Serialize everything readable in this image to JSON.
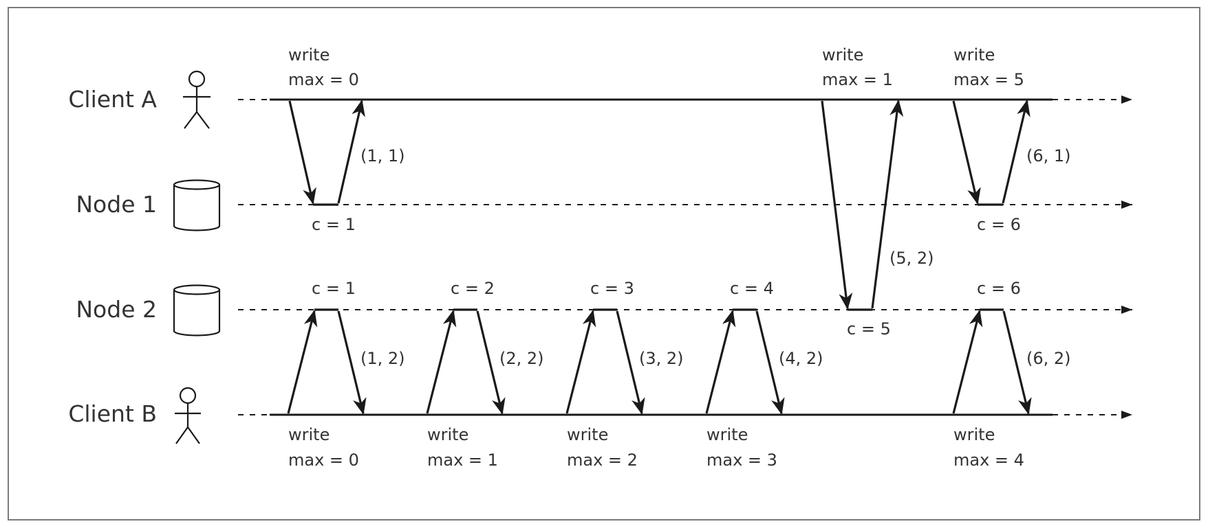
{
  "colors": {
    "ink": "#1a1a1a",
    "text": "#333333",
    "frame": "#7a7a7a",
    "background": "#ffffff"
  },
  "rows": [
    {
      "id": "client-a",
      "label": "Client A",
      "icon": "person-icon"
    },
    {
      "id": "node-1",
      "label": "Node 1",
      "icon": "database-icon"
    },
    {
      "id": "node-2",
      "label": "Node 2",
      "icon": "database-icon"
    },
    {
      "id": "client-b",
      "label": "Client B",
      "icon": "person-icon"
    }
  ],
  "requests": [
    {
      "from": "client-a",
      "to": "node-1",
      "write_label": "write",
      "max_label": "max = 0",
      "counter_label": "c = 1",
      "reply_label": "(1, 1)"
    },
    {
      "from": "client-b",
      "to": "node-2",
      "write_label": "write",
      "max_label": "max = 0",
      "counter_label": "c = 1",
      "reply_label": "(1, 2)"
    },
    {
      "from": "client-b",
      "to": "node-2",
      "write_label": "write",
      "max_label": "max = 1",
      "counter_label": "c = 2",
      "reply_label": "(2, 2)"
    },
    {
      "from": "client-b",
      "to": "node-2",
      "write_label": "write",
      "max_label": "max = 2",
      "counter_label": "c = 3",
      "reply_label": "(3, 2)"
    },
    {
      "from": "client-b",
      "to": "node-2",
      "write_label": "write",
      "max_label": "max = 3",
      "counter_label": "c = 4",
      "reply_label": "(4, 2)"
    },
    {
      "from": "client-a",
      "to": "node-2",
      "write_label": "write",
      "max_label": "max = 1",
      "counter_label": "c = 5",
      "reply_label": "(5, 2)"
    },
    {
      "from": "client-a",
      "to": "node-1",
      "write_label": "write",
      "max_label": "max = 5",
      "counter_label": "c = 6",
      "reply_label": "(6, 1)"
    },
    {
      "from": "client-b",
      "to": "node-2",
      "write_label": "write",
      "max_label": "max = 4",
      "counter_label": "c = 6",
      "reply_label": "(6, 2)"
    }
  ]
}
